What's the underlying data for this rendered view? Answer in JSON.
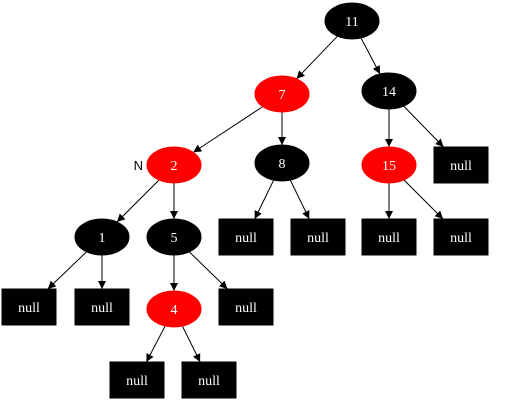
{
  "diagram": {
    "type": "red-black-tree",
    "colors": {
      "red": "#ff0000",
      "black": "#000000",
      "text": "#ffffff",
      "edge": "#000000"
    },
    "nodes": [
      {
        "id": "n11",
        "label": "11",
        "color": "black",
        "shape": "ellipse"
      },
      {
        "id": "n7",
        "label": "7",
        "color": "red",
        "shape": "ellipse"
      },
      {
        "id": "n14",
        "label": "14",
        "color": "black",
        "shape": "ellipse"
      },
      {
        "id": "n2",
        "label": "2",
        "color": "red",
        "shape": "ellipse",
        "annotation": "N"
      },
      {
        "id": "n8",
        "label": "8",
        "color": "black",
        "shape": "ellipse"
      },
      {
        "id": "n15",
        "label": "15",
        "color": "red",
        "shape": "ellipse"
      },
      {
        "id": "null14r",
        "label": "null",
        "color": "black",
        "shape": "box"
      },
      {
        "id": "n1",
        "label": "1",
        "color": "black",
        "shape": "ellipse"
      },
      {
        "id": "n5",
        "label": "5",
        "color": "black",
        "shape": "ellipse"
      },
      {
        "id": "null8l",
        "label": "null",
        "color": "black",
        "shape": "box"
      },
      {
        "id": "null8r",
        "label": "null",
        "color": "black",
        "shape": "box"
      },
      {
        "id": "null15l",
        "label": "null",
        "color": "black",
        "shape": "box"
      },
      {
        "id": "null15r",
        "label": "null",
        "color": "black",
        "shape": "box"
      },
      {
        "id": "null1l",
        "label": "null",
        "color": "black",
        "shape": "box"
      },
      {
        "id": "null1r",
        "label": "null",
        "color": "black",
        "shape": "box"
      },
      {
        "id": "n4",
        "label": "4",
        "color": "red",
        "shape": "ellipse"
      },
      {
        "id": "null5r",
        "label": "null",
        "color": "black",
        "shape": "box"
      },
      {
        "id": "null4l",
        "label": "null",
        "color": "black",
        "shape": "box"
      },
      {
        "id": "null4r",
        "label": "null",
        "color": "black",
        "shape": "box"
      }
    ],
    "edges": [
      [
        "n11",
        "n7"
      ],
      [
        "n11",
        "n14"
      ],
      [
        "n7",
        "n2"
      ],
      [
        "n7",
        "n8"
      ],
      [
        "n14",
        "n15"
      ],
      [
        "n14",
        "null14r"
      ],
      [
        "n2",
        "n1"
      ],
      [
        "n2",
        "n5"
      ],
      [
        "n8",
        "null8l"
      ],
      [
        "n8",
        "null8r"
      ],
      [
        "n15",
        "null15l"
      ],
      [
        "n15",
        "null15r"
      ],
      [
        "n1",
        "null1l"
      ],
      [
        "n1",
        "null1r"
      ],
      [
        "n5",
        "n4"
      ],
      [
        "n5",
        "null5r"
      ],
      [
        "n4",
        "null4l"
      ],
      [
        "n4",
        "null4r"
      ]
    ]
  }
}
